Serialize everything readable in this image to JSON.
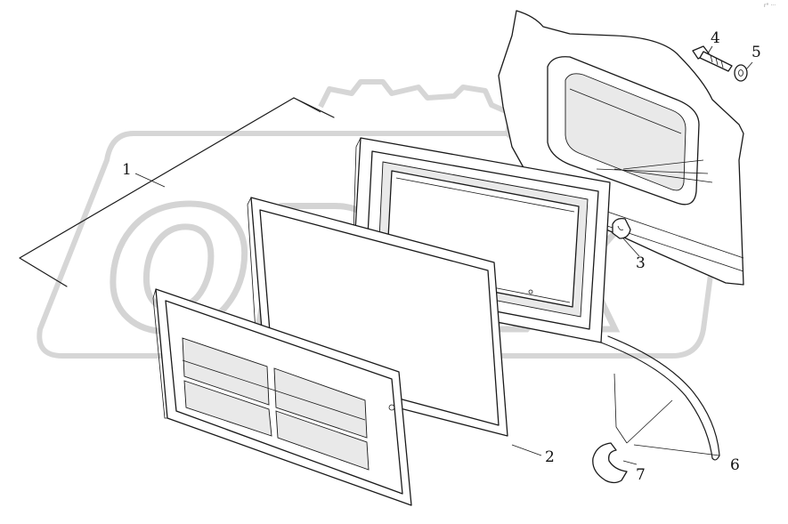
{
  "watermark": {
    "text": "OPEX"
  },
  "corner_mark": "r° ···",
  "callouts": [
    {
      "id": "1",
      "label": "1"
    },
    {
      "id": "2",
      "label": "2"
    },
    {
      "id": "3",
      "label": "3"
    },
    {
      "id": "4",
      "label": "4"
    },
    {
      "id": "5",
      "label": "5"
    },
    {
      "id": "6",
      "label": "6"
    },
    {
      "id": "7",
      "label": "7"
    }
  ],
  "colors": {
    "ink": "#1a1a1a",
    "watermark": "#d4d4d4",
    "background": "#ffffff"
  }
}
